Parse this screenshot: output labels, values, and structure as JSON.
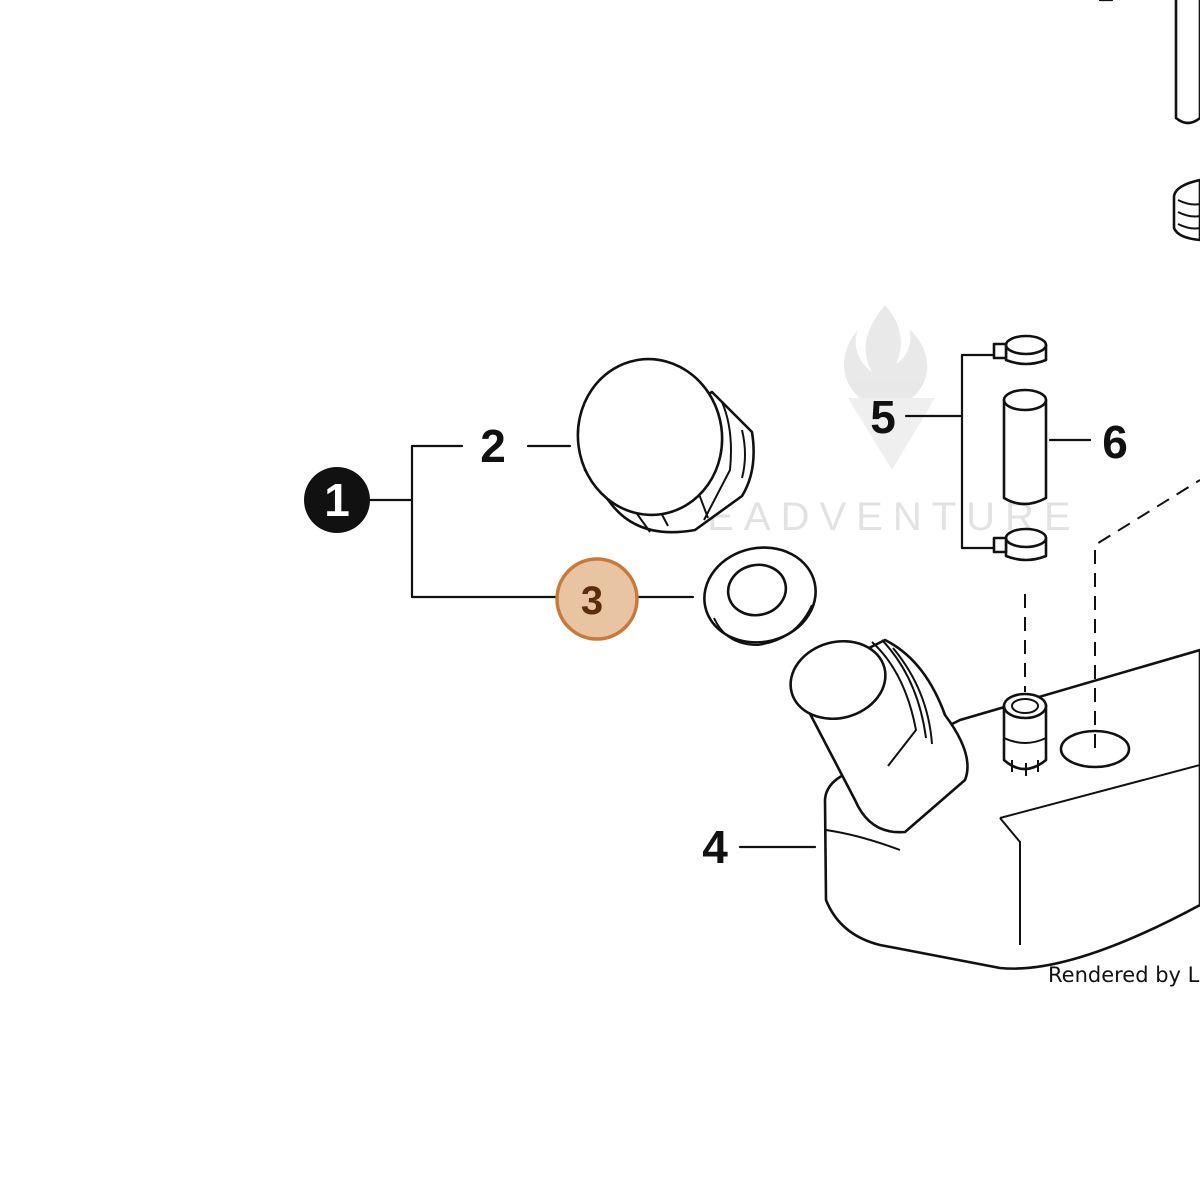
{
  "callouts": {
    "c1": "1",
    "c2": "2",
    "c3": "3",
    "c4": "4",
    "c5": "5",
    "c6": "6"
  },
  "highlight": {
    "callout": "3",
    "fill": "#e8c4a2",
    "border": "#c97a3a",
    "text_color": "#5a2e0c"
  },
  "watermark": {
    "text": "LEADVENTURE",
    "icon": "flame-logo-icon"
  },
  "footer": {
    "rendered_by": "Rendered by LeadV"
  }
}
